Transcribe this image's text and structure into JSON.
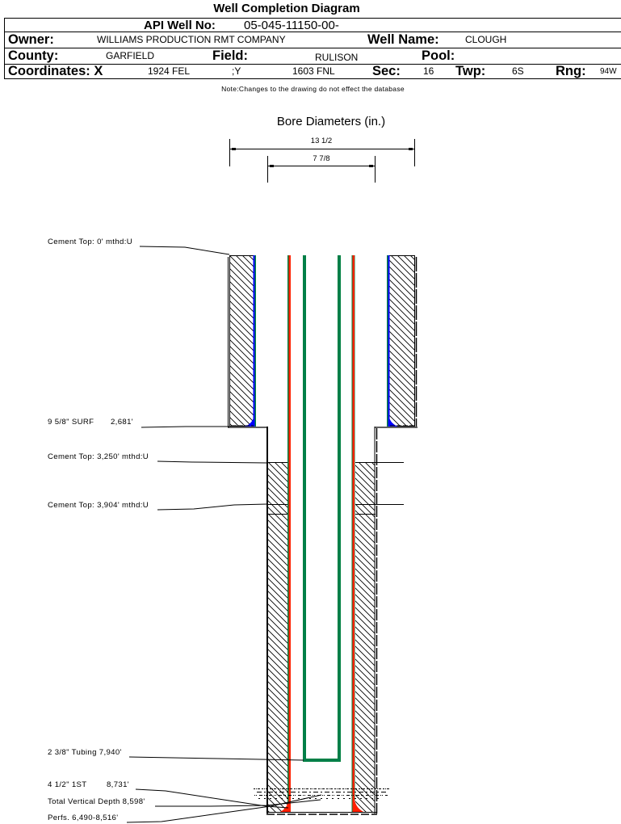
{
  "title": "Well Completion Diagram",
  "header": {
    "api_label": "API Well No:",
    "api_value": "05-045-11150-00-",
    "owner_label": "Owner:",
    "owner_value": "WILLIAMS PRODUCTION RMT COMPANY",
    "well_name_label": "Well Name:",
    "well_name_value": "CLOUGH",
    "county_label": "County:",
    "county_value": "GARFIELD",
    "field_label": "Field:",
    "field_value": "RULISON",
    "pool_label": "Pool:",
    "pool_value": "",
    "coords_label": "Coordinates: X",
    "x_value": "1924 FEL",
    "y_label": ";Y",
    "y_value": "1603 FNL",
    "sec_label": "Sec:",
    "sec_value": "16",
    "twp_label": "Twp:",
    "twp_value": "6S",
    "rng_label": "Rng:",
    "rng_value": "94W"
  },
  "note": "Note:Changes to the drawing do not effect the database",
  "bore": {
    "title": "Bore Diameters (in.)",
    "outer_diameter": "13 1/2",
    "inner_diameter": "7 7/8"
  },
  "annotations": {
    "cement_top_surface": "Cement Top: 0' mthd:U",
    "surface_casing_name": "9 5/8\" SURF",
    "surface_casing_depth": "2,681'",
    "cement_top_1": "Cement Top: 3,250' mthd:U",
    "cement_top_2": "Cement Top: 3,904' mthd:U",
    "tubing": "2 3/8\" Tubing 7,940'",
    "production_casing_name": "4 1/2\" 1ST",
    "production_casing_depth": "8,731'",
    "total_vertical_depth": "Total Vertical Depth 8,598'",
    "perfs": "Perfs. 6,490-8,516'"
  },
  "colors": {
    "production_casing": "#ff2000",
    "casing_edge": "#008040",
    "tubing": "#008040",
    "surface_cement_edge": "#0000ff",
    "bottom_fill": "#ff2000"
  }
}
